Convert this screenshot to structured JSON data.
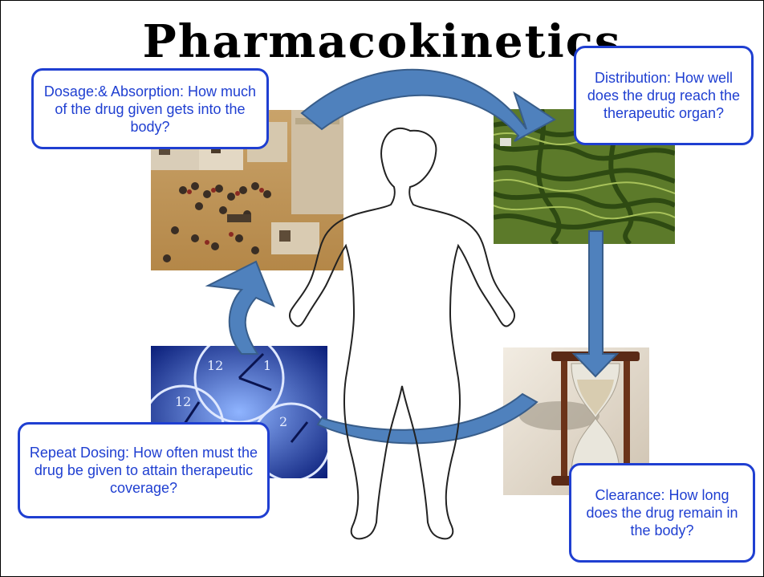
{
  "slide": {
    "title": "Pharmacokinetics"
  },
  "callouts": {
    "absorption": "Dosage:& Absorption: How much of the drug given gets into the body?",
    "distribution": "Distribution: How well does the drug reach the therapeutic organ?",
    "clearance": "Clearance: How long does the drug remain in the body?",
    "repeat_dosing": "Repeat Dosing: How often must the drug be given to attain therapeutic coverage?"
  },
  "colors": {
    "callout_border": "#1f3fd1",
    "callout_text": "#1f3fd1",
    "arrow_fill": "#4f81bd",
    "arrow_stroke": "#385d8a"
  },
  "images": {
    "absorption": "wargame-miniatures-battle-scene",
    "distribution": "hedge-maze",
    "clearance": "hourglass",
    "repeat_dosing": "blue-clock-faces",
    "center": "human-body-outline"
  }
}
